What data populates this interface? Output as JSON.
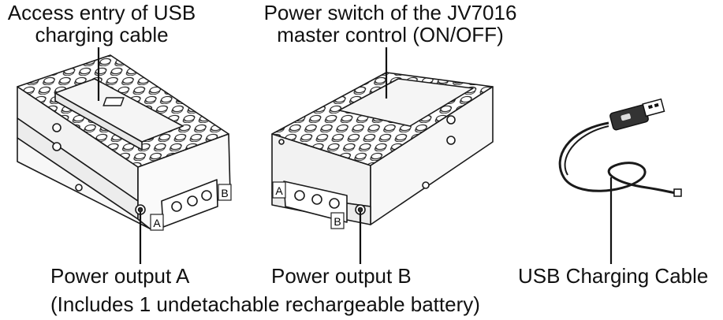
{
  "labels": {
    "usb_entry_line1": "Access entry of USB",
    "usb_entry_line2": "charging cable",
    "switch_line1": "Power switch of the JV7016",
    "switch_line2": "master control (ON/OFF)",
    "output_a": "Power output A",
    "output_b": "Power output B",
    "battery_note": "(Includes 1 undetachable rechargeable battery)",
    "cable": "USB Charging Cable"
  },
  "port_letters": {
    "left_a": "A",
    "left_b": "B",
    "right_a": "A",
    "right_b": "B"
  },
  "icons": [
    "controller-brick-front",
    "controller-brick-back",
    "usb-cable"
  ]
}
